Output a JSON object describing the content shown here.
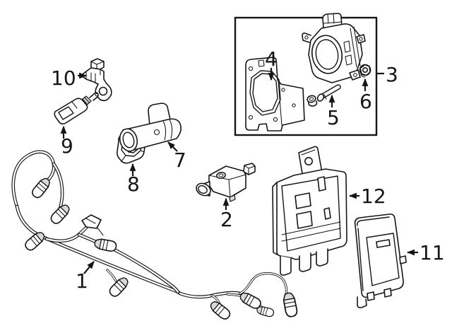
{
  "diagram": {
    "type": "exploded-parts-diagram",
    "colors": {
      "background": "#ffffff",
      "line": "#151515",
      "shade": "#d8d8d8"
    },
    "callouts": {
      "c1": "1",
      "c2": "2",
      "c3": "3",
      "c4": "4",
      "c5": "5",
      "c6": "6",
      "c7": "7",
      "c8": "8",
      "c9": "9",
      "c10": "10",
      "c11": "11",
      "c12": "12"
    }
  }
}
